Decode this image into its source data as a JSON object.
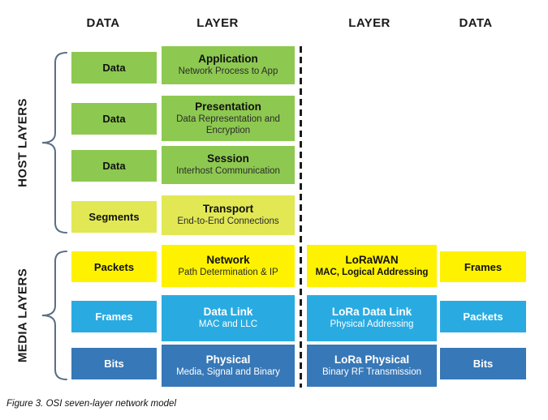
{
  "headers": {
    "left_data": "DATA",
    "left_layer": "LAYER",
    "right_layer": "LAYER",
    "right_data": "DATA"
  },
  "groups": {
    "host": "HOST LAYERS",
    "media": "MEDIA LAYERS"
  },
  "colors": {
    "green": "#8DC950",
    "lime": "#E1E854",
    "yellow": "#FFF200",
    "cyan": "#29ABE2",
    "blue": "#3778B8",
    "brace": "#5B6E84"
  },
  "osi_rows": [
    {
      "data": "Data",
      "title": "Application",
      "subtitle": "Network Process to App",
      "bg": "#8DC950",
      "fg": "#111111"
    },
    {
      "data": "Data",
      "title": "Presentation",
      "subtitle": "Data Representation and Encryption",
      "bg": "#8DC950",
      "fg": "#111111"
    },
    {
      "data": "Data",
      "title": "Session",
      "subtitle": "Interhost Communication",
      "bg": "#8DC950",
      "fg": "#111111"
    },
    {
      "data": "Segments",
      "title": "Transport",
      "subtitle": "End-to-End Connections",
      "bg": "#E1E854",
      "fg": "#111111"
    },
    {
      "data": "Packets",
      "title": "Network",
      "subtitle": "Path Determination & IP",
      "bg": "#FFF200",
      "fg": "#111111"
    },
    {
      "data": "Frames",
      "title": "Data Link",
      "subtitle": "MAC and LLC",
      "bg": "#29ABE2",
      "fg": "#ffffff"
    },
    {
      "data": "Bits",
      "title": "Physical",
      "subtitle": "Media, Signal and Binary",
      "bg": "#3778B8",
      "fg": "#ffffff"
    }
  ],
  "lora_rows": [
    {
      "title": "LoRaWAN",
      "subtitle": "MAC, Logical Addressing",
      "data": "Frames",
      "bg": "#FFF200",
      "fg": "#111111"
    },
    {
      "title": "LoRa Data Link",
      "subtitle": "Physical Addressing",
      "data": "Packets",
      "bg": "#29ABE2",
      "fg": "#ffffff"
    },
    {
      "title": "LoRa Physical",
      "subtitle": "Binary RF Transmission",
      "data": "Bits",
      "bg": "#3778B8",
      "fg": "#ffffff"
    }
  ],
  "figure": {
    "caption": "Figure 3. OSI seven-layer network model"
  }
}
